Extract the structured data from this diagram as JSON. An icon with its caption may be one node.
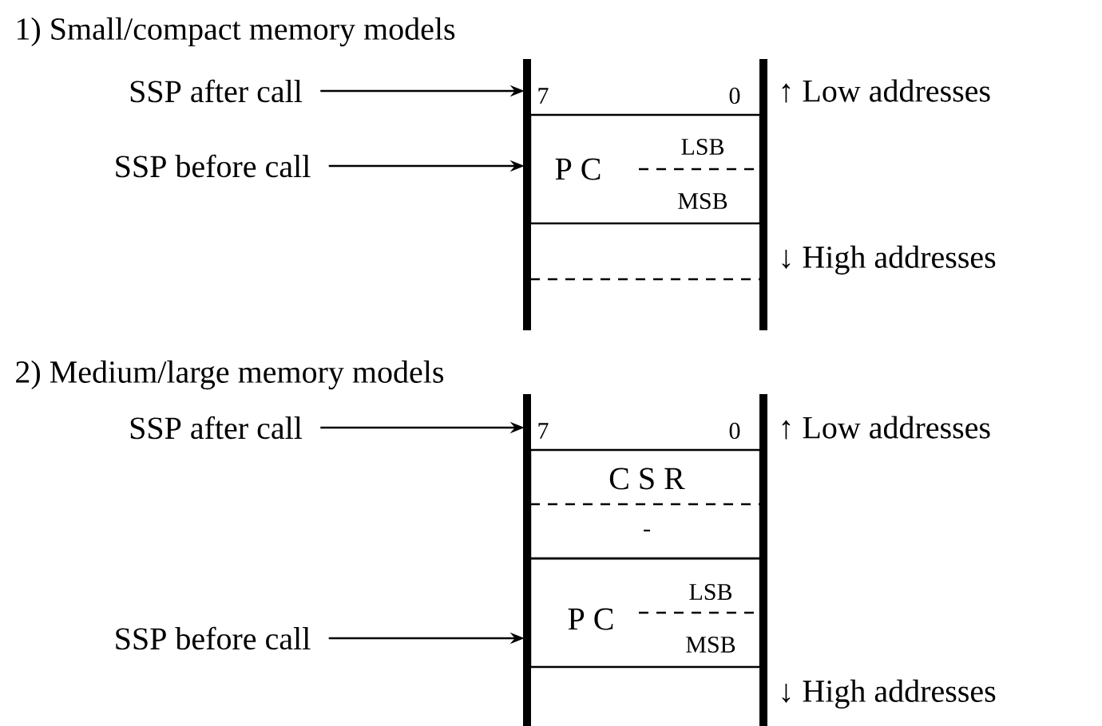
{
  "diagram": {
    "nodes": [
      {
        "text": [
          "SSP after call"
        ]
      },
      {
        "text": [
          "7",
          "0"
        ]
      },
      {
        "text": [
          "SSP before call"
        ]
      },
      {
        "text": [
          "P C",
          "LSB",
          "MSB"
        ]
      },
      {
        "text": [
          "SSP after call"
        ]
      },
      {
        "text": [
          "7",
          "0"
        ]
      },
      {
        "text": [
          "C S R",
          "-"
        ]
      },
      {
        "text": [
          "SSP before call"
        ]
      },
      {
        "text": [
          "P C",
          "LSB",
          "MSB"
        ]
      }
    ],
    "edges": [
      {
        "from": 0,
        "to": 1,
        "arrow": "to"
      },
      {
        "from": 2,
        "to": 3,
        "arrow": "to"
      },
      {
        "from": 4,
        "to": 5,
        "arrow": "to"
      },
      {
        "from": 7,
        "to": 8,
        "arrow": "to"
      }
    ],
    "labels": [
      "1) Small/compact memory models",
      "↑ Low addresses",
      "↓ High addresses",
      "2) Medium/large memory models",
      "↑ Low addresses",
      "↓ High addresses"
    ]
  }
}
